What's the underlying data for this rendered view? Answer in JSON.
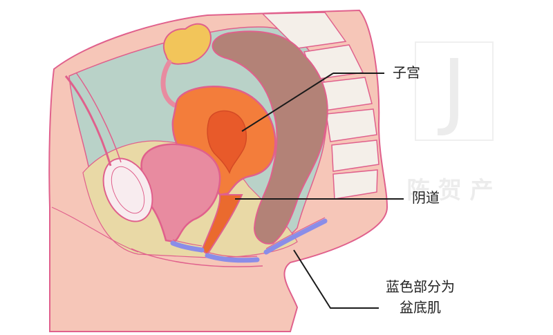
{
  "labels": {
    "uterus": "子宫",
    "vagina": "阴道",
    "pelvic_floor_line1": "蓝色部分为",
    "pelvic_floor_line2": "盆底肌"
  },
  "watermark": {
    "logo_letter": "J",
    "text": "阵 贺 产"
  },
  "colors": {
    "skin": "#f6c6b8",
    "skin_outline": "#e0608c",
    "cavity": "#b9d2c8",
    "fat": "#e9d9a6",
    "uterus": "#f37d3b",
    "uterus_cavity": "#e85a2a",
    "bladder": "#e88ba0",
    "rectum": "#b38277",
    "pelvic_floor": "#8a8de8",
    "ovary": "#f2c55a",
    "spine": "#f4efe9",
    "leader_line": "#1a1a1a"
  }
}
